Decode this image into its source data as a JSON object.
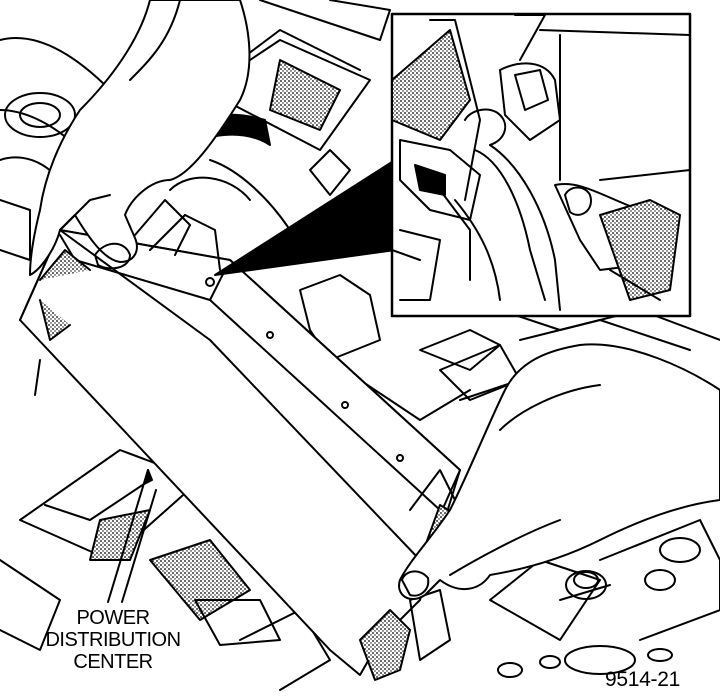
{
  "callout": {
    "line1": "POWER",
    "line2": "DISTRIBUTION",
    "line3": "CENTER"
  },
  "figure_number": "9514-21",
  "colors": {
    "ink": "#000000",
    "paper": "#ffffff",
    "stipple": "#7a7a7a"
  }
}
